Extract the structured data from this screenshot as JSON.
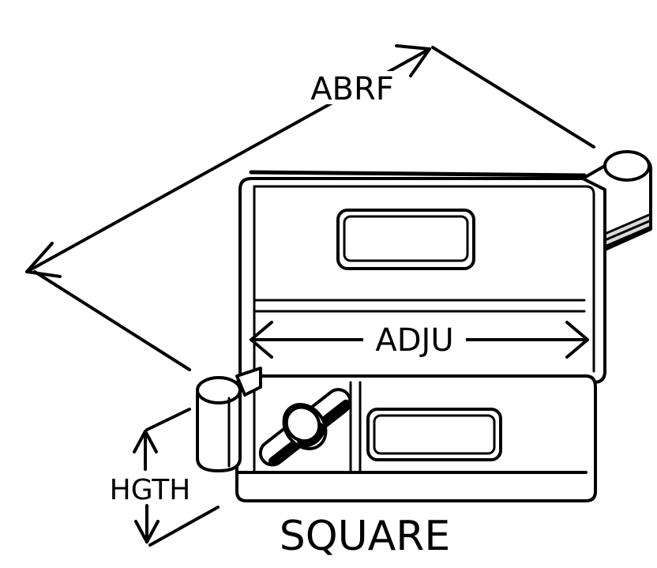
{
  "labels": {
    "abrf": "ABRF",
    "adju": "ADJU",
    "hgth": "HGTH",
    "title": "SQUARE"
  }
}
